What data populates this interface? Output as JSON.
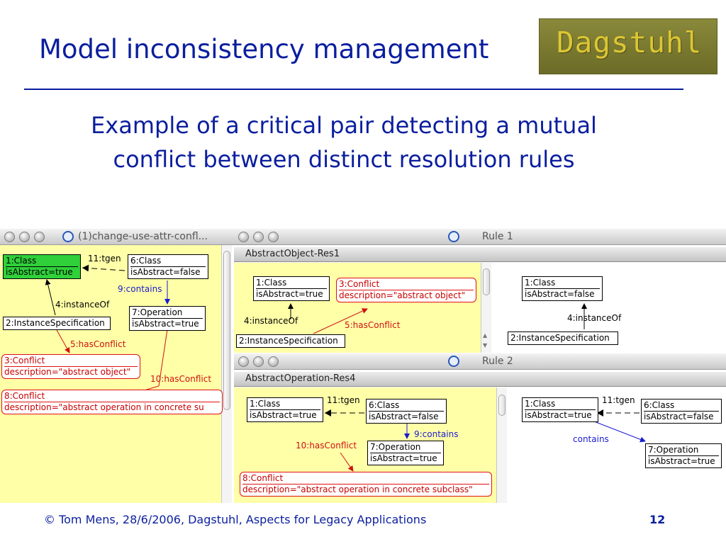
{
  "slide": {
    "title": "Model inconsistency management",
    "logo_text": "Dagstuhl",
    "subtitle_line1": "Example of a critical pair detecting a mutual",
    "subtitle_line2": "conflict between distinct resolution rules",
    "footer": "© Tom Mens, 28/6/2006, Dagstuhl, Aspects for Legacy Applications",
    "page_number": "12"
  },
  "left_window": {
    "title": "(1)change-use-attr-confl...",
    "nodes": {
      "class1": [
        "1:Class",
        "isAbstract=true"
      ],
      "class6": [
        "6:Class",
        "isAbstract=false"
      ],
      "op7": [
        "7:Operation",
        "isAbstract=true"
      ],
      "inst2": [
        "2:InstanceSpecification"
      ],
      "conflict3": [
        "3:Conflict",
        "description=\"abstract object\""
      ],
      "conflict8": [
        "8:Conflict",
        "description=\"abstract operation in concrete su"
      ]
    },
    "labels": {
      "tgen": "11:tgen",
      "contains": "9:contains",
      "instanceOf": "4:instanceOf",
      "hasConflict5": "5:hasConflict",
      "hasConflict10": "10:hasConflict"
    }
  },
  "right_window": {
    "title": "Rule 1",
    "rule_name": "AbstractObject-Res1",
    "lhs": {
      "class1": [
        "1:Class",
        "isAbstract=true"
      ],
      "conflict3": [
        "3:Conflict",
        "description=\"abstract object\""
      ],
      "inst2": [
        "2:InstanceSpecification"
      ],
      "instanceOf": "4:instanceOf",
      "hasConflict": "5:hasConflict"
    },
    "rhs": {
      "class1": [
        "1:Class",
        "isAbstract=false"
      ],
      "inst2": [
        "2:InstanceSpecification"
      ],
      "instanceOf": "4:instanceOf"
    }
  },
  "bottom_window": {
    "title": "Rule 2",
    "rule_name": "AbstractOperation-Res4",
    "lhs": {
      "class1": [
        "1:Class",
        "isAbstract=true"
      ],
      "class6": [
        "6:Class",
        "isAbstract=false"
      ],
      "op7": [
        "7:Operation",
        "isAbstract=true"
      ],
      "conflict8": [
        "8:Conflict",
        "description=\"abstract operation in concrete subclass\""
      ],
      "tgen": "11:tgen",
      "contains": "9:contains",
      "hasConflict": "10:hasConflict"
    },
    "rhs": {
      "class1": [
        "1:Class",
        "isAbstract=true"
      ],
      "class6": [
        "6:Class",
        "isAbstract=false"
      ],
      "op7": [
        "7:Operation",
        "isAbstract=true"
      ],
      "tgen": "11:tgen",
      "contains": "contains"
    }
  },
  "colors": {
    "title_blue": "#0a1e9e",
    "pane_yellow": "#ffffa8",
    "edge_blue": "#1a1ad0",
    "edge_red": "#d01010",
    "highlight_green": "#2fd03a"
  }
}
